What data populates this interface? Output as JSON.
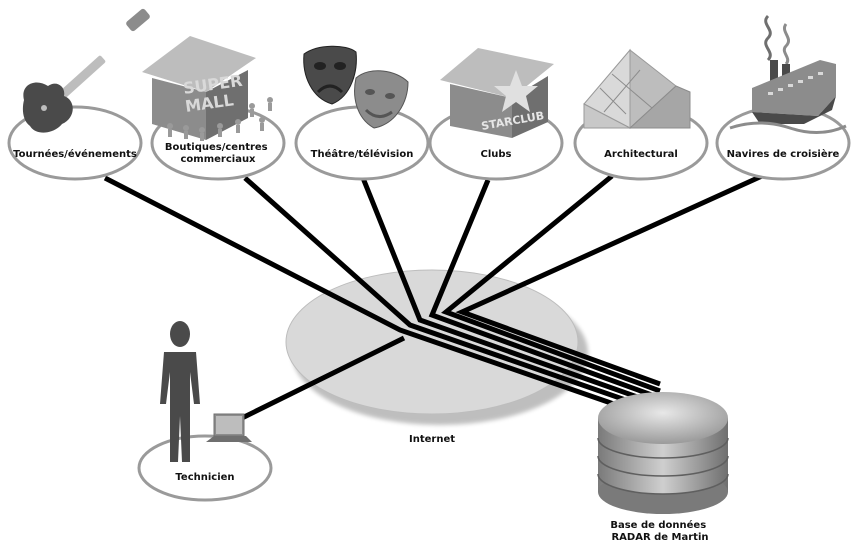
{
  "diagram": {
    "categories": [
      {
        "id": "tours",
        "label_lines": [
          "Tournées/événements"
        ],
        "icon": "guitar-icon"
      },
      {
        "id": "malls",
        "label_lines": [
          "Boutiques/centres",
          "commerciaux"
        ],
        "icon": "mall-icon",
        "icon_text_1": "SUPER",
        "icon_text_2": "MALL"
      },
      {
        "id": "theatre",
        "label_lines": [
          "Théâtre/télévision"
        ],
        "icon": "theatre-masks-icon"
      },
      {
        "id": "clubs",
        "label_lines": [
          "Clubs"
        ],
        "icon": "club-icon",
        "icon_text": "STARCLUB"
      },
      {
        "id": "architectural",
        "label_lines": [
          "Architectural"
        ],
        "icon": "building-icon"
      },
      {
        "id": "cruise",
        "label_lines": [
          "Navires de croisière"
        ],
        "icon": "cruise-ship-icon"
      }
    ],
    "internet_label": "Internet",
    "technician_label": "Technicien",
    "database_label_lines": [
      "Base de données",
      "RADAR de Martin"
    ],
    "colors": {
      "stroke": "#000000",
      "node_fill": "#ffffff",
      "node_stroke": "#9a9a9a",
      "internet_fill": "#d9d9d9",
      "icon_dark": "#4a4a4a",
      "icon_mid": "#8c8c8c",
      "icon_light": "#bdbdbd"
    }
  }
}
